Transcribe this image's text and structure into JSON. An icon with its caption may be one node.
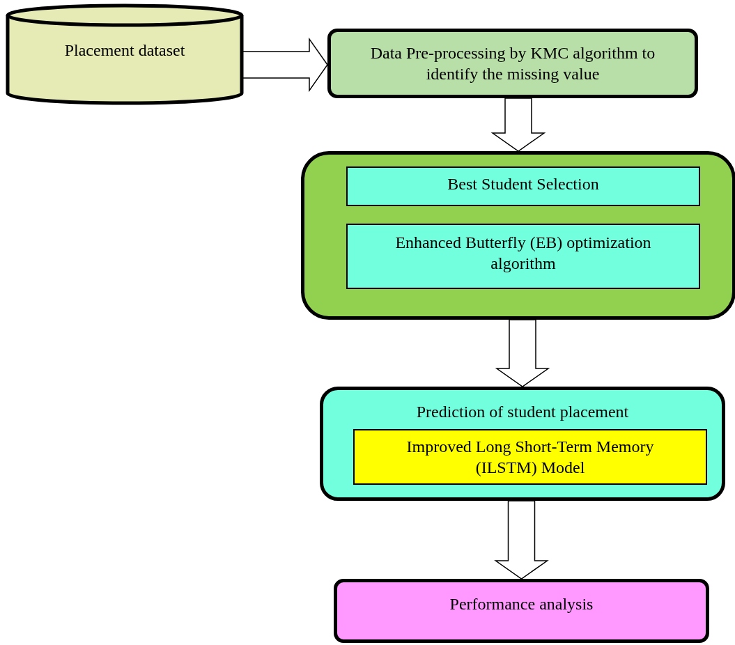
{
  "diagram": {
    "nodes": [
      {
        "text": [
          "Placement dataset"
        ]
      },
      {
        "text": [
          "Data Pre-processing by KMC algorithm to identify the missing value"
        ]
      },
      {
        "text": [],
        "shape": "box"
      },
      {
        "text": [
          "Best Student Selection"
        ],
        "in": 2
      },
      {
        "text": [
          "Enhanced Butterfly (EB) optimization algorithm"
        ],
        "in": 2
      },
      {
        "text": [
          "Prediction of student placement"
        ]
      },
      {
        "text": [
          "Improved Long Short-Term Memory (ILSTM) Model"
        ],
        "in": 5
      },
      {
        "text": [
          "Performance analysis"
        ]
      }
    ],
    "edges": [
      {
        "from": 0,
        "to": 1,
        "arrow": "to"
      },
      {
        "from": 1,
        "to": 2,
        "arrow": "to"
      },
      {
        "from": 2,
        "to": 5,
        "arrow": "to"
      },
      {
        "from": 5,
        "to": 7,
        "arrow": "to"
      }
    ]
  }
}
